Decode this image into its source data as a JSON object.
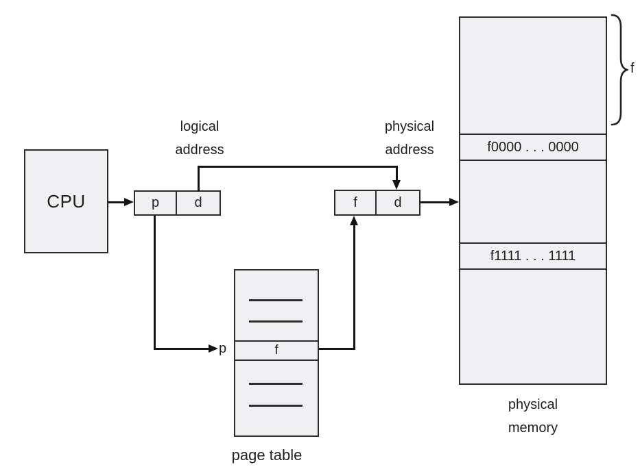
{
  "cpu": {
    "label": "CPU"
  },
  "logical_address": {
    "caption_lines": [
      "logical",
      "address"
    ],
    "fields": [
      "p",
      "d"
    ]
  },
  "physical_address": {
    "caption_lines": [
      "physical",
      "address"
    ],
    "fields": [
      "f",
      "d"
    ]
  },
  "page_table": {
    "caption": "page table",
    "index_label": "p",
    "entry_value": "f"
  },
  "memory": {
    "caption_lines": [
      "physical",
      "memory"
    ],
    "brace_label": "f",
    "frames": [
      {
        "label": ""
      },
      {
        "label": "f0000 . . . 0000"
      },
      {
        "label": ""
      },
      {
        "label": "f1111 . . . 1111"
      },
      {
        "label": ""
      }
    ]
  },
  "colors": {
    "fill": "#f0eff1",
    "border": "#2b2b2b",
    "line": "#151515",
    "text": "#1f1f1f",
    "background": "#ffffff"
  }
}
